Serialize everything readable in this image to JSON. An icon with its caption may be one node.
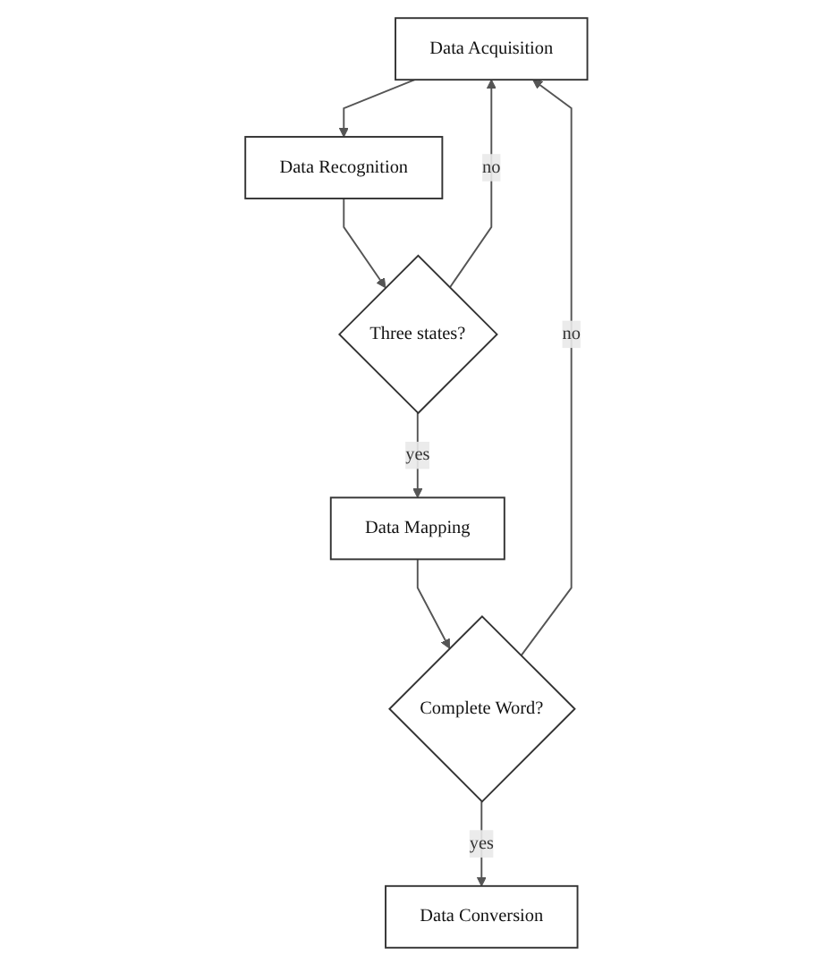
{
  "diagram": {
    "nodes": [
      {
        "text": [
          "Data Acquisition"
        ]
      },
      {
        "text": [
          "Data Recognition"
        ]
      },
      {
        "text": [
          "Three states?"
        ]
      },
      {
        "text": [
          "Data Mapping"
        ]
      },
      {
        "text": [
          "Complete Word?"
        ]
      },
      {
        "text": [
          "Data Conversion"
        ]
      }
    ],
    "edges": [
      {
        "from": 0,
        "to": 1,
        "arrow": "to"
      },
      {
        "from": 1,
        "to": 2,
        "arrow": "to"
      },
      {
        "from": 2,
        "to": 0,
        "label": "no",
        "arrow": "to"
      },
      {
        "from": 2,
        "to": 3,
        "label": "yes",
        "arrow": "to"
      },
      {
        "from": 3,
        "to": 4,
        "arrow": "to"
      },
      {
        "from": 4,
        "to": 0,
        "label": "no",
        "arrow": "to"
      },
      {
        "from": 4,
        "to": 5,
        "label": "yes",
        "arrow": "to"
      }
    ]
  }
}
